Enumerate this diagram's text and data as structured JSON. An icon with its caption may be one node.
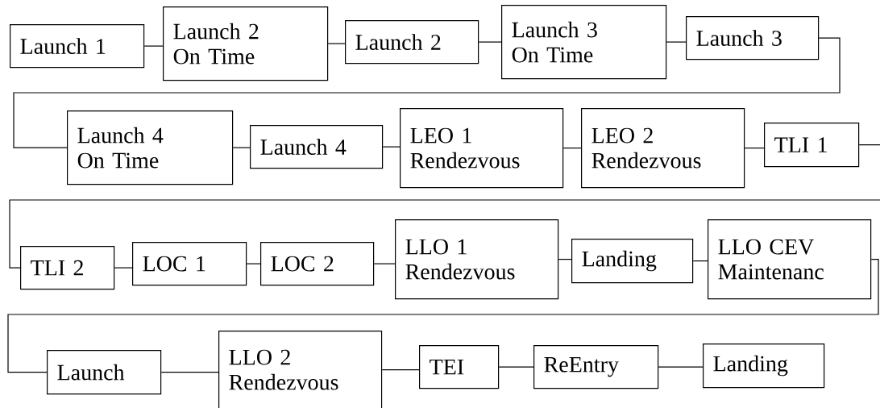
{
  "diagram": {
    "nodes": [
      {
        "text": [
          "Launch 1"
        ]
      },
      {
        "text": [
          "Launch 2 On Time"
        ]
      },
      {
        "text": [
          "Launch 2"
        ]
      },
      {
        "text": [
          "Launch 3 On Time"
        ]
      },
      {
        "text": [
          "Launch 3"
        ]
      },
      {
        "text": [
          "Launch 4 On Time"
        ]
      },
      {
        "text": [
          "Launch 4"
        ]
      },
      {
        "text": [
          "LEO 1 Rendezvous"
        ]
      },
      {
        "text": [
          "LEO 2 Rendezvous"
        ]
      },
      {
        "text": [
          "TLI 1"
        ]
      },
      {
        "text": [
          "TLI 2"
        ]
      },
      {
        "text": [
          "LOC 1"
        ]
      },
      {
        "text": [
          "LOC 2"
        ]
      },
      {
        "text": [
          "LLO 1 Rendezvous"
        ]
      },
      {
        "text": [
          "Landing"
        ]
      },
      {
        "text": [
          "LLO CEV Maintenanc"
        ]
      },
      {
        "text": [
          "Launch"
        ]
      },
      {
        "text": [
          "LLO 2 Rendezvous"
        ]
      },
      {
        "text": [
          "TEI"
        ]
      },
      {
        "text": [
          "ReEntry"
        ]
      },
      {
        "text": [
          "Landing"
        ]
      }
    ],
    "edges": [
      {
        "from": 0,
        "to": 1,
        "arrow": "none"
      },
      {
        "from": 1,
        "to": 2,
        "arrow": "none"
      },
      {
        "from": 2,
        "to": 3,
        "arrow": "none"
      },
      {
        "from": 3,
        "to": 4,
        "arrow": "none"
      },
      {
        "from": 4,
        "to": 5,
        "arrow": "none"
      },
      {
        "from": 5,
        "to": 6,
        "arrow": "none"
      },
      {
        "from": 6,
        "to": 7,
        "arrow": "none"
      },
      {
        "from": 7,
        "to": 8,
        "arrow": "none"
      },
      {
        "from": 8,
        "to": 9,
        "arrow": "none"
      },
      {
        "from": 9,
        "to": 10,
        "arrow": "none"
      },
      {
        "from": 10,
        "to": 11,
        "arrow": "none"
      },
      {
        "from": 11,
        "to": 12,
        "arrow": "none"
      },
      {
        "from": 12,
        "to": 13,
        "arrow": "none"
      },
      {
        "from": 13,
        "to": 14,
        "arrow": "none"
      },
      {
        "from": 14,
        "to": 15,
        "arrow": "none"
      },
      {
        "from": 15,
        "to": 16,
        "arrow": "none"
      },
      {
        "from": 16,
        "to": 17,
        "arrow": "none"
      },
      {
        "from": 17,
        "to": 18,
        "arrow": "none"
      },
      {
        "from": 18,
        "to": 19,
        "arrow": "none"
      },
      {
        "from": 19,
        "to": 20,
        "arrow": "none"
      }
    ]
  }
}
